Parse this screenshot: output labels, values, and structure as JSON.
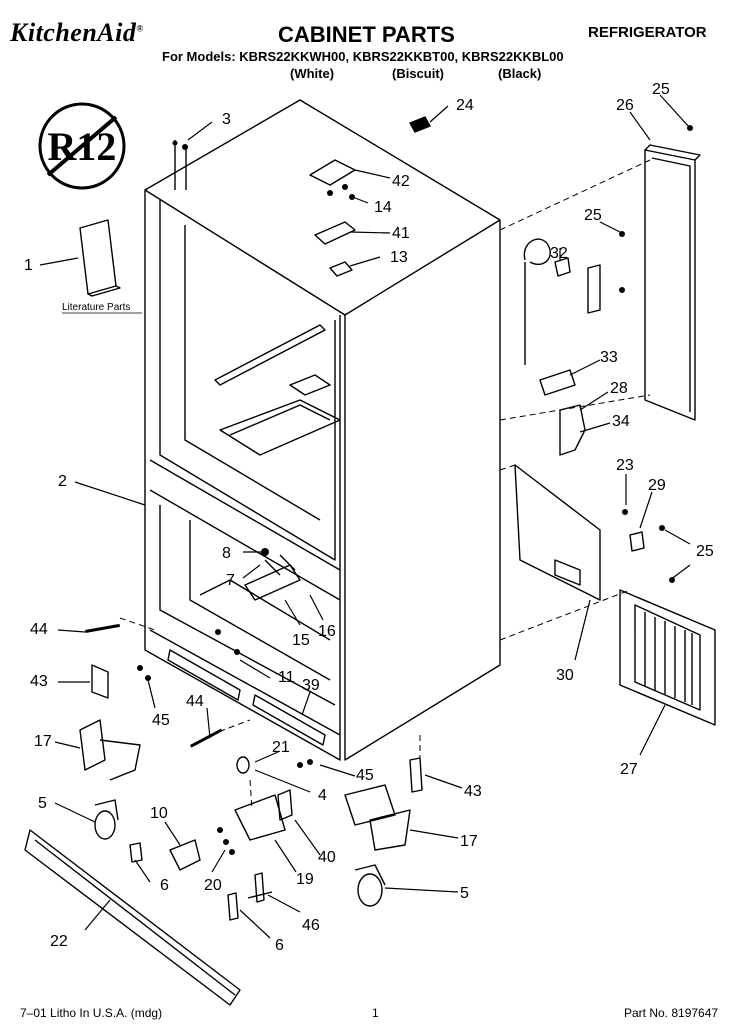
{
  "header": {
    "brand": "KitchenAid",
    "title": "CABINET PARTS",
    "product": "REFRIGERATOR",
    "models": "For Models: KBRS22KKWH00, KBRS22KKBT00, KBRS22KKBL00",
    "colors": [
      "(White)",
      "(Biscuit)",
      "(Black)"
    ]
  },
  "badge": "R12",
  "literature_label": "Literature Parts",
  "callouts": [
    "1",
    "2",
    "3",
    "4",
    "5",
    "5",
    "6",
    "6",
    "8",
    "7",
    "10",
    "11",
    "13",
    "14",
    "15",
    "16",
    "17",
    "17",
    "19",
    "20",
    "21",
    "22",
    "23",
    "24",
    "25",
    "25",
    "25",
    "26",
    "27",
    "28",
    "29",
    "30",
    "32",
    "33",
    "34",
    "39",
    "40",
    "41",
    "42",
    "43",
    "43",
    "44",
    "44",
    "45",
    "45",
    "46"
  ],
  "footer": {
    "left": "7–01 Litho In U.S.A. (mdg)",
    "center": "1",
    "right": "Part No. 8197647"
  }
}
